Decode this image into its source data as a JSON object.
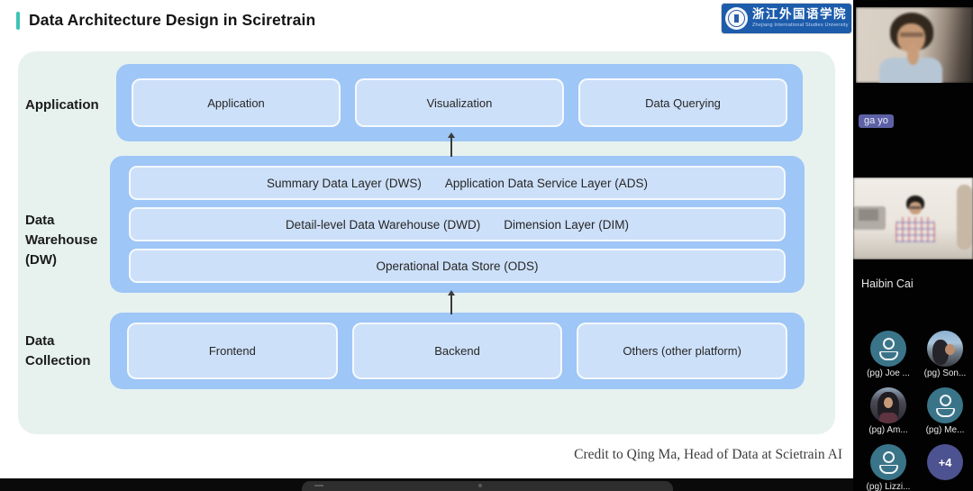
{
  "slide": {
    "title": "Data Architecture Design in Sciretrain",
    "logo": {
      "cn": "浙江外国语学院",
      "en": "Zhejiang International Studies University"
    },
    "diagram": {
      "app_label": "Application",
      "dw_label": "Data Warehouse (DW)",
      "collection_label": "Data Collection",
      "app_boxes": [
        "Application",
        "Visualization",
        "Data Querying"
      ],
      "dw_rows": [
        [
          "Summary Data Layer (DWS)",
          "Application Data Service Layer (ADS)"
        ],
        [
          "Detail-level Data Warehouse (DWD)",
          "Dimension Layer (DIM)"
        ],
        [
          "Operational Data Store (ODS)"
        ]
      ],
      "collection_boxes": [
        "Frontend",
        "Backend",
        "Others (other platform)"
      ]
    },
    "credit": "Credit to Qing Ma, Head of Data at Scietrain AI"
  },
  "sidebar": {
    "video1": {
      "name_badge": "ga yo"
    },
    "video2": {
      "name": "Haibin Cai"
    },
    "avatars": [
      {
        "label": "(pg) Joe ...",
        "type": "person-icon"
      },
      {
        "label": "(pg) Son...",
        "type": "photo"
      },
      {
        "label": "(pg) Am...",
        "type": "photo"
      },
      {
        "label": "(pg) Me...",
        "type": "person-icon"
      },
      {
        "label": "(pg) Lizzi...",
        "type": "person-icon"
      },
      {
        "label": "+4",
        "type": "overflow-count"
      }
    ]
  },
  "colors": {
    "accent_teal": "#3fc3b6",
    "logo_blue": "#1d5cab",
    "panel_mint": "#e7f2ef",
    "band_blue": "#9ec6f6",
    "box_blue": "#cde0f9",
    "credit_gray": "#3d3d3d",
    "avatar_teal": "#3a7489",
    "overflow_purple": "#4d5290",
    "badge_purple": "#5c61a6"
  }
}
